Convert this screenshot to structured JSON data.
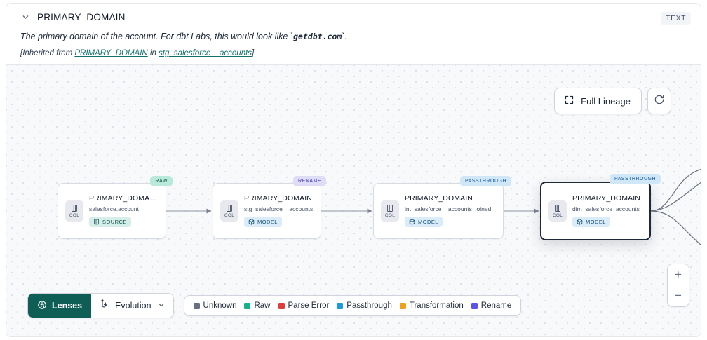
{
  "header": {
    "chevron_icon": "chevron-down-icon",
    "title": "PRIMARY_DOMAIN",
    "type_badge": "TEXT",
    "description_prefix": "The primary domain of the account. For dbt Labs, this would look like `",
    "description_code": "getdbt.com",
    "description_suffix": "`.",
    "inherit_open": "[Inherited from ",
    "inherit_link1": "PRIMARY_DOMAIN",
    "inherit_mid": " in ",
    "inherit_link2": "stg_salesforce__accounts",
    "inherit_close": "]"
  },
  "toolbar": {
    "full_lineage_label": "Full Lineage",
    "full_lineage_icon": "expand-corners-icon",
    "refresh_icon": "refresh-icon"
  },
  "zoom_controls": {
    "zoom_in_label": "+",
    "zoom_out_label": "−"
  },
  "graph": {
    "nodes": [
      {
        "tag": "RAW",
        "tag_class": "raw",
        "chip_label": "COL",
        "chip_icon": "column-icon",
        "title": "PRIMARY_DOMAIN__C",
        "subtitle": "salesforce.account",
        "kind": "SOURCE",
        "kind_class": "source",
        "kind_icon": "database-icon",
        "selected": false
      },
      {
        "tag": "RENAME",
        "tag_class": "rename",
        "chip_label": "COL",
        "chip_icon": "column-icon",
        "title": "PRIMARY_DOMAIN",
        "subtitle": "stg_salesforce__accounts",
        "kind": "MODEL",
        "kind_class": "model",
        "kind_icon": "cube-icon",
        "selected": false
      },
      {
        "tag": "PASSTHROUGH",
        "tag_class": "pass",
        "chip_label": "COL",
        "chip_icon": "column-icon",
        "title": "PRIMARY_DOMAIN",
        "subtitle": "int_salesforce__accounts_joined",
        "kind": "MODEL",
        "kind_class": "model",
        "kind_icon": "cube-icon",
        "selected": false
      },
      {
        "tag": "PASSTHROUGH",
        "tag_class": "pass",
        "chip_label": "COL",
        "chip_icon": "column-icon",
        "title": "PRIMARY_DOMAIN",
        "subtitle": "dim_salesforce_accounts",
        "kind": "MODEL",
        "kind_class": "model",
        "kind_icon": "cube-icon",
        "selected": true
      }
    ]
  },
  "bottom_bar": {
    "lenses_label": "Lenses",
    "lenses_icon": "aperture-icon",
    "lenses_color": "#0e5e56",
    "evolution_label": "Evolution",
    "evolution_icon": "evolution-icon",
    "evolution_chevron_icon": "chevron-down-icon",
    "legend": [
      {
        "label": "Unknown",
        "color": "#667085"
      },
      {
        "label": "Raw",
        "color": "#12bternal"
      },
      {
        "label": "Parse Error",
        "color": "#e03c3c"
      },
      {
        "label": "Passthrough",
        "color": "#1a9ae0"
      },
      {
        "label": "Transformation",
        "color": "#eda31b"
      },
      {
        "label": "Rename",
        "color": "#5b52e8"
      }
    ]
  }
}
